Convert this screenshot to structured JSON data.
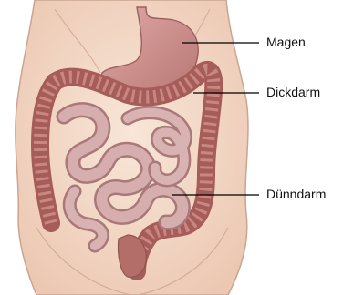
{
  "labels": {
    "stomach": "Magen",
    "large_intestine": "Dickdarm",
    "small_intestine": "Dünndarm"
  },
  "colors": {
    "background": "#ffffff",
    "skin": "#f4dccb",
    "skin_outline": "#c9a592",
    "stomach": "#c78a89",
    "large_intestine": "#b46a66",
    "small_intestine": "#c79a98",
    "leader_line": "#000000"
  }
}
